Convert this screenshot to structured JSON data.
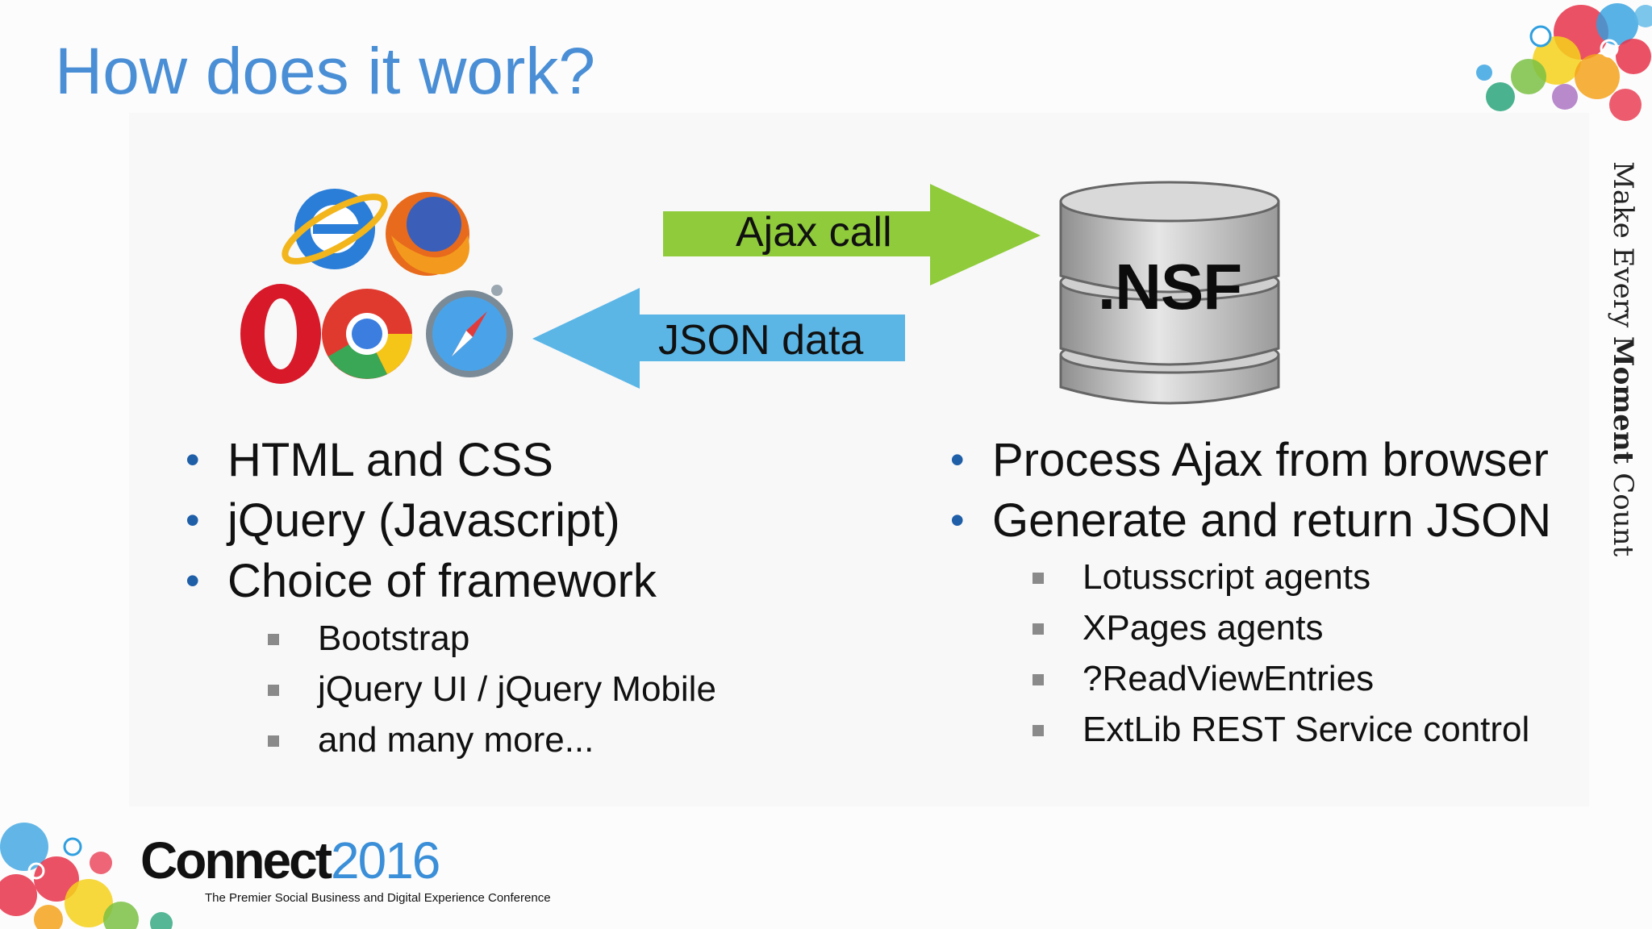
{
  "title": "How does it work?",
  "tagline": {
    "pre": "Make Every ",
    "bold": "Moment",
    "post": " Count"
  },
  "diagram": {
    "arrow_right_label": "Ajax call",
    "arrow_left_label": "JSON data",
    "database_label": ".NSF",
    "arrow_right_color": "#8fcb3b",
    "arrow_left_color": "#5bb6e6",
    "browser_icons": [
      "internet-explorer-icon",
      "firefox-icon",
      "opera-icon",
      "chrome-icon",
      "safari-icon"
    ]
  },
  "client": {
    "bullets": [
      "HTML and CSS",
      "jQuery (Javascript)",
      "Choice of framework"
    ],
    "sub_bullets": [
      "Bootstrap",
      "jQuery UI / jQuery Mobile",
      "and many more..."
    ]
  },
  "server": {
    "bullets": [
      "Process Ajax from browser",
      "Generate and return JSON"
    ],
    "sub_bullets": [
      "Lotusscript agents",
      "XPages agents",
      "?ReadViewEntries",
      "ExtLib REST Service control"
    ]
  },
  "footer": {
    "brand": "Connect",
    "year": "2016",
    "tagline": "The Premier Social Business and Digital Experience Conference"
  },
  "colors": {
    "title": "#4a8fd6",
    "bullet": "#1f5fa8",
    "brand_year": "#3a8fd8"
  }
}
